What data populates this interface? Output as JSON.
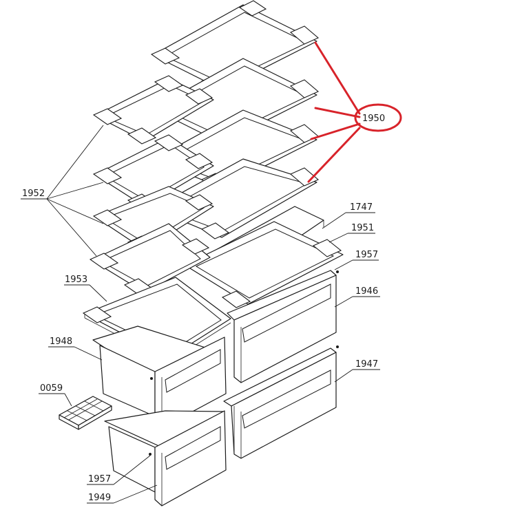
{
  "labels": {
    "p1950": "1950",
    "p1952": "1952",
    "p1747": "1747",
    "p1951": "1951",
    "p1957a": "1957",
    "p1946": "1946",
    "p1953": "1953",
    "p1948": "1948",
    "p1947": "1947",
    "p0059": "0059",
    "p1957b": "1957",
    "p1949": "1949"
  },
  "colors": {
    "highlight": "#d8232a",
    "line": "#1a1a1a",
    "background": "#ffffff"
  }
}
